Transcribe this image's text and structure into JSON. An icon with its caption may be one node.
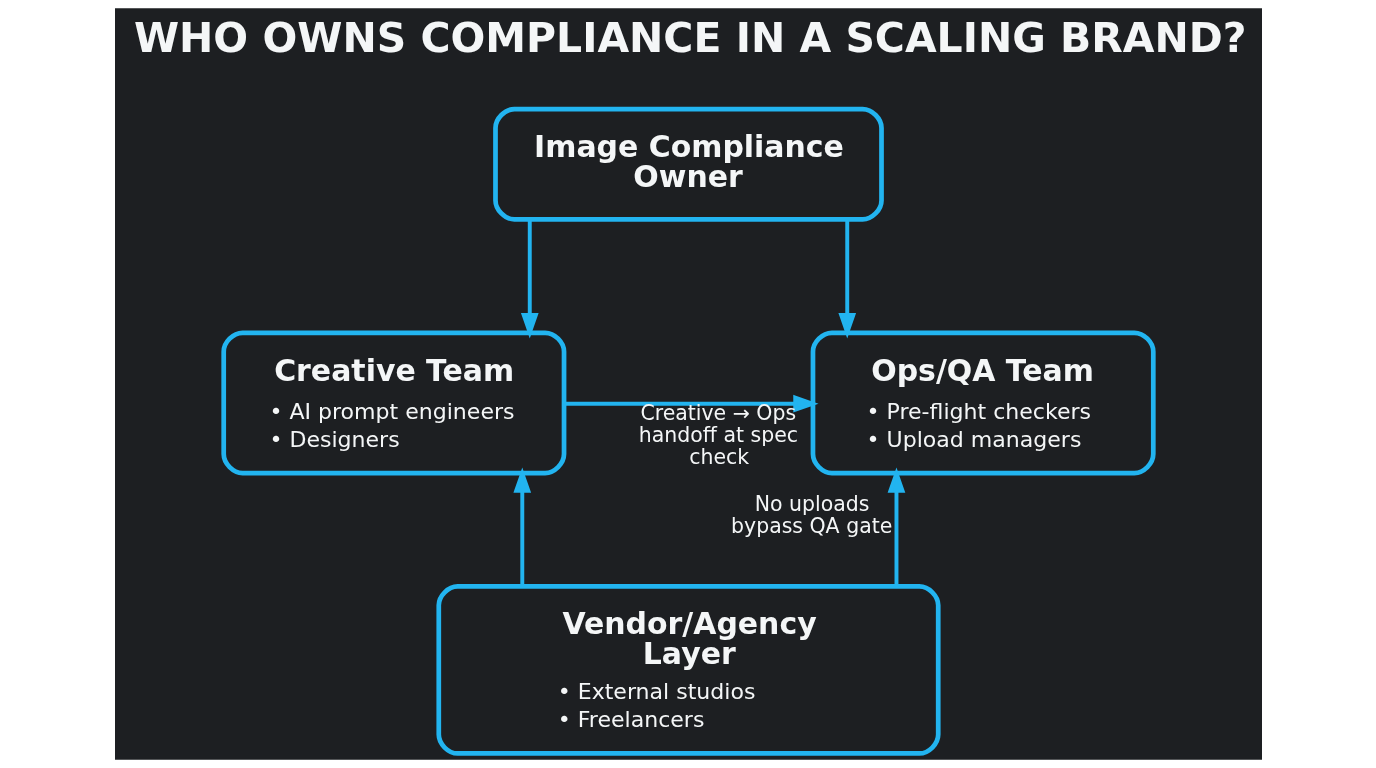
{
  "diagram": {
    "title": "WHO OWNS COMPLIANCE IN A SCALING BRAND?",
    "nodes": [
      {
        "text": [
          "Image Compliance Owner"
        ]
      },
      {
        "text": [
          "Creative Team",
          "• AI prompt engineers",
          "• Designers"
        ]
      },
      {
        "text": [
          "Ops/QA Team",
          "• Pre-flight checkers",
          "• Upload managers"
        ]
      },
      {
        "text": [
          "Vendor/Agency Layer",
          "• External studios",
          "• Freelancers"
        ]
      }
    ],
    "edges": [
      {
        "from": 0,
        "to": 1,
        "arrow": "to"
      },
      {
        "from": 0,
        "to": 2,
        "arrow": "to"
      },
      {
        "from": 1,
        "to": 2,
        "arrow": "to",
        "label": "Creative → Ops handoff at spec check"
      },
      {
        "from": 3,
        "to": 1,
        "arrow": "to"
      },
      {
        "from": 3,
        "to": 2,
        "arrow": "to",
        "label": "No uploads bypass QA gate"
      }
    ]
  }
}
